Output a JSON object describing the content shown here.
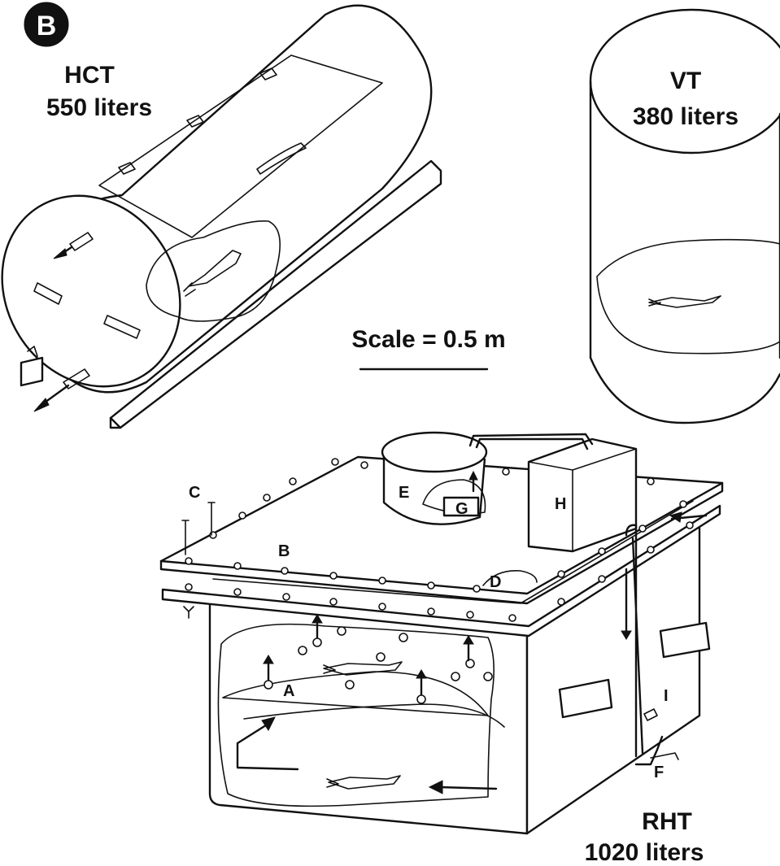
{
  "panel": {
    "letter": "B"
  },
  "tanks": {
    "hct": {
      "name": "HCT",
      "volume": "550 liters"
    },
    "vt": {
      "name": "VT",
      "volume": "380 liters"
    },
    "rht": {
      "name": "RHT",
      "volume": "1020 liters"
    }
  },
  "scale": {
    "label": "Scale = 0.5 m"
  },
  "parts": {
    "a": "A",
    "b": "B",
    "c": "C",
    "d": "D",
    "e": "E",
    "f": "F",
    "g": "G",
    "h": "H",
    "i": "I"
  }
}
